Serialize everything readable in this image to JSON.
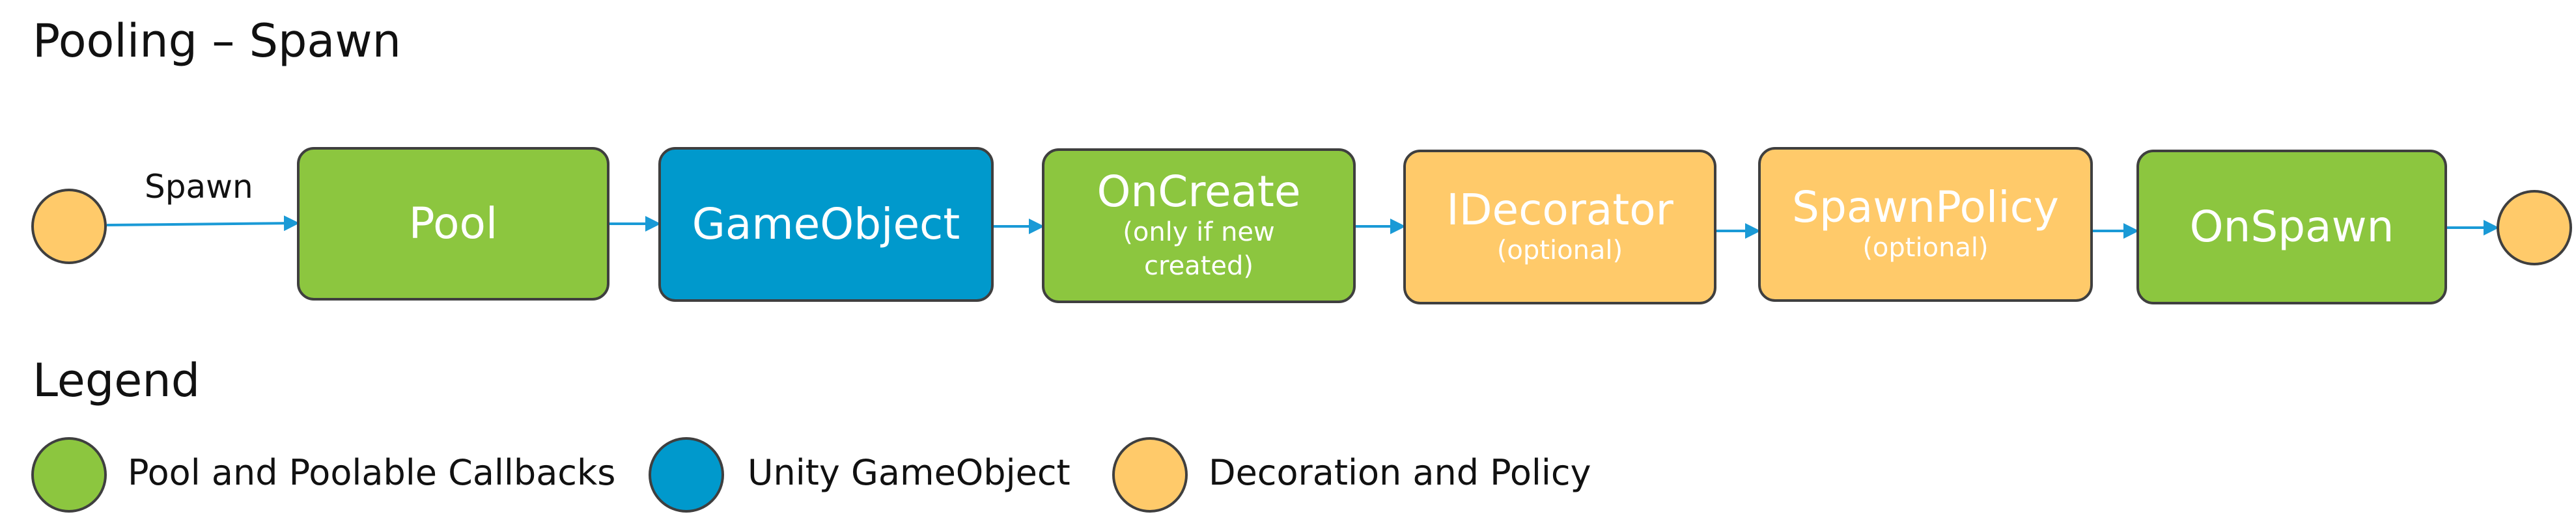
{
  "title": "Pooling – Spawn",
  "edge_label": "Spawn",
  "nodes": [
    {
      "label": "Pool",
      "sub": "",
      "color": "green"
    },
    {
      "label": "GameObject",
      "sub": "",
      "color": "blue"
    },
    {
      "label": "OnCreate",
      "sub": "(only if new created)",
      "color": "green"
    },
    {
      "label": "IDecorator",
      "sub": "(optional)",
      "color": "orange"
    },
    {
      "label": "SpawnPolicy",
      "sub": "(optional)",
      "color": "orange"
    },
    {
      "label": "OnSpawn",
      "sub": "",
      "color": "green"
    }
  ],
  "legend": {
    "title": "Legend",
    "items": [
      {
        "label": "Pool and Poolable Callbacks",
        "color": "#8cc63f"
      },
      {
        "label": "Unity GameObject",
        "color": "#0099cc"
      },
      {
        "label": "Decoration and Policy",
        "color": "#ffca6a"
      }
    ]
  },
  "colors": {
    "green": "#8cc63f",
    "blue": "#0099cc",
    "orange": "#ffca6a",
    "border": "#3f3f3f",
    "arrow": "#1a9ad6"
  }
}
